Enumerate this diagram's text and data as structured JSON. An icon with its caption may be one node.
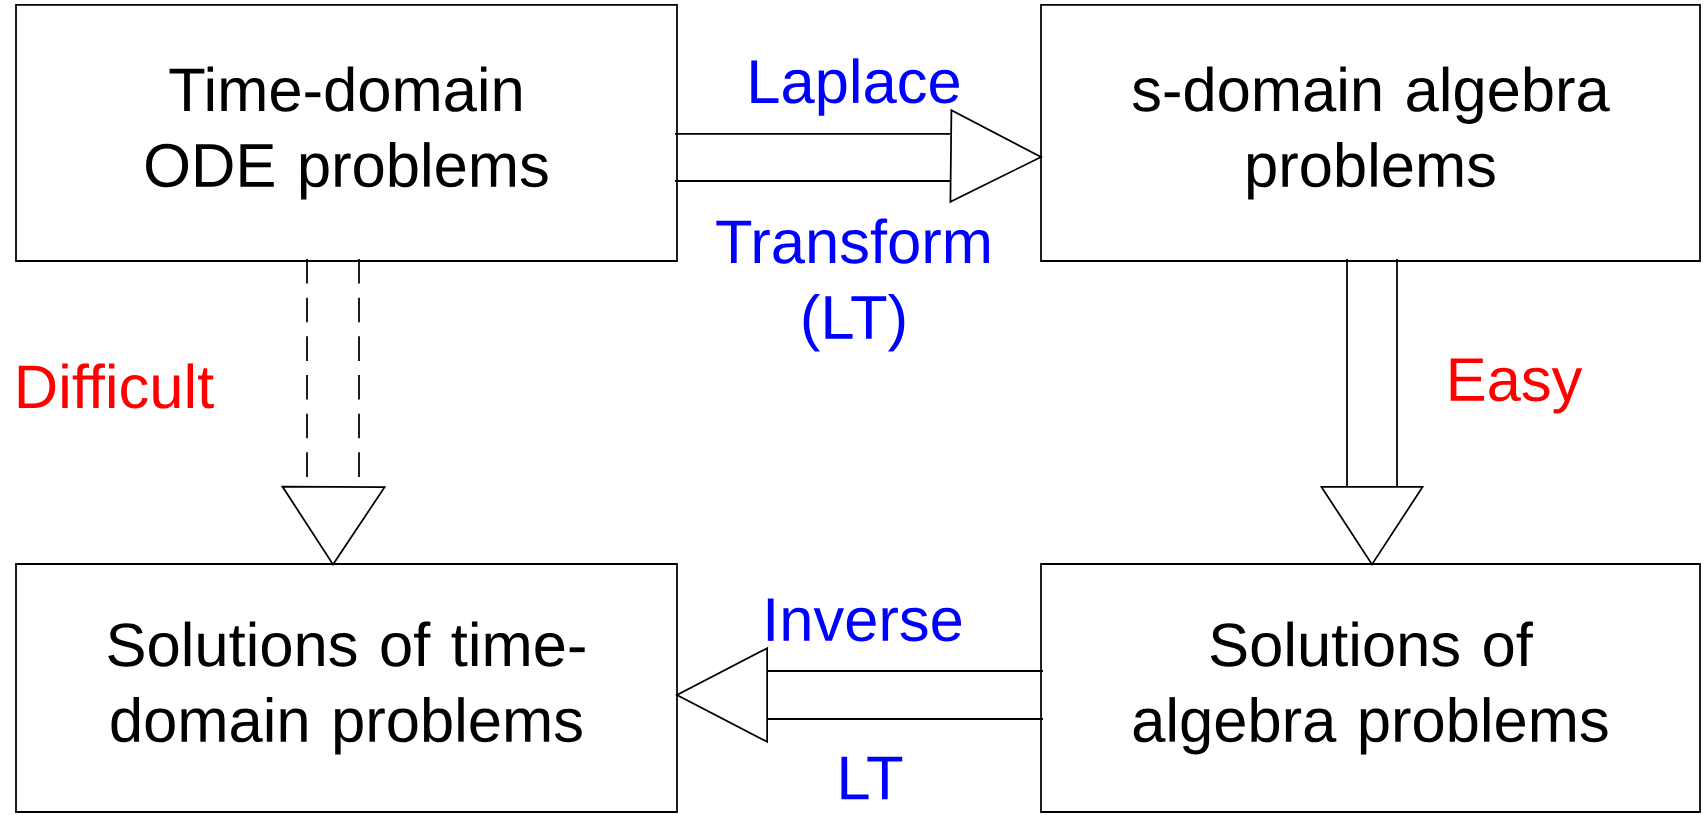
{
  "diagram": {
    "nodes": [
      {
        "text": [
          "Time-domain ODE problems"
        ]
      },
      {
        "text": [
          "s-domain algebra problems"
        ]
      },
      {
        "text": [
          "Solutions of time-domain problems"
        ]
      },
      {
        "text": [
          "Solutions of algebra problems"
        ]
      }
    ],
    "edges": [
      {
        "from": 0,
        "to": 1,
        "arrow": "to",
        "label": "Laplace"
      },
      {
        "from": 1,
        "to": 3,
        "arrow": "to",
        "label": "Easy"
      },
      {
        "from": 0,
        "to": 2,
        "arrow": "to",
        "label": "Difficult",
        "style": "dashed"
      },
      {
        "from": 3,
        "to": 2,
        "arrow": "to",
        "label": "Inverse"
      }
    ],
    "labels": [
      "Transform (LT)",
      "LT"
    ]
  }
}
